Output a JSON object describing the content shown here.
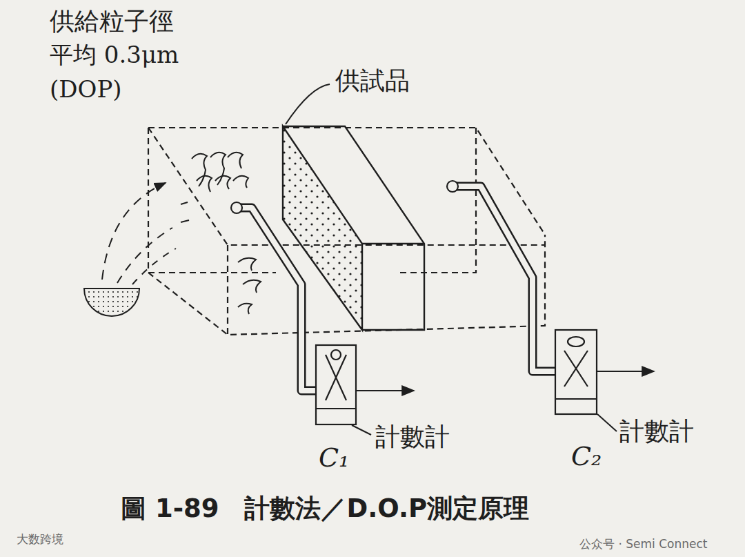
{
  "diagram": {
    "caption": "圖 1-89　計數法／D.O.P測定原理",
    "labels": [
      "供給粒子徑",
      "平均 0.3μm",
      "(DOP)",
      "供試品",
      "計數計",
      "C₁",
      "計數計",
      "C₂",
      "大数跨境",
      "公众号 · Semi Connect"
    ]
  }
}
